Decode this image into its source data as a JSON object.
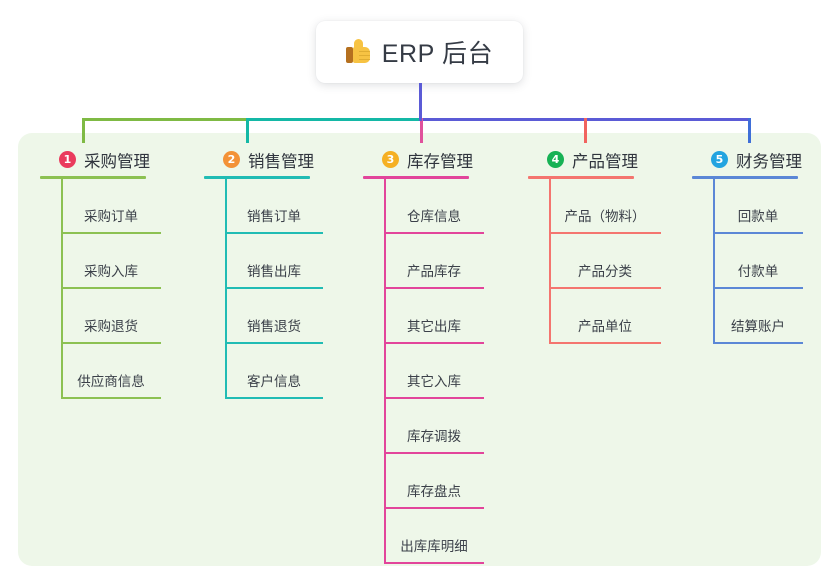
{
  "root": {
    "icon": "thumbs-up-icon",
    "title": "ERP 后台"
  },
  "colors": {
    "panel_bg": "#eef7e9",
    "root_bg": "#ffffff",
    "connector_green": "#7fba44",
    "connector_teal": "#14b8a6",
    "connector_purple": "#5b5bd6",
    "connector_pink": "#e0519c",
    "connector_red": "#f1635f",
    "connector_blue": "#3f6fd8",
    "text_dark": "#2f343d"
  },
  "columns": [
    {
      "number": "1",
      "title": "采购管理",
      "badge_color": "#ea3b5d",
      "accent": "#8cc152",
      "items": [
        {
          "label": "采购订单"
        },
        {
          "label": "采购入库"
        },
        {
          "label": "采购退货"
        },
        {
          "label": "供应商信息"
        }
      ]
    },
    {
      "number": "2",
      "title": "销售管理",
      "badge_color": "#f39237",
      "accent": "#21bcb4",
      "items": [
        {
          "label": "销售订单"
        },
        {
          "label": "销售出库"
        },
        {
          "label": "销售退货"
        },
        {
          "label": "客户信息"
        }
      ]
    },
    {
      "number": "3",
      "title": "库存管理",
      "badge_color": "#f5b023",
      "accent": "#e2459b",
      "items": [
        {
          "label": "仓库信息"
        },
        {
          "label": "产品库存"
        },
        {
          "label": "其它出库"
        },
        {
          "label": "其它入库"
        },
        {
          "label": "库存调拨"
        },
        {
          "label": "库存盘点"
        },
        {
          "label": "出库库明细"
        }
      ]
    },
    {
      "number": "4",
      "title": "产品管理",
      "badge_color": "#17b255",
      "accent": "#f4756f",
      "items": [
        {
          "label": "产品（物料）"
        },
        {
          "label": "产品分类"
        },
        {
          "label": "产品单位"
        }
      ]
    },
    {
      "number": "5",
      "title": "财务管理",
      "badge_color": "#23a4e0",
      "accent": "#5b87d6",
      "items": [
        {
          "label": "回款单"
        },
        {
          "label": "付款单"
        },
        {
          "label": "结算账户"
        }
      ]
    }
  ]
}
